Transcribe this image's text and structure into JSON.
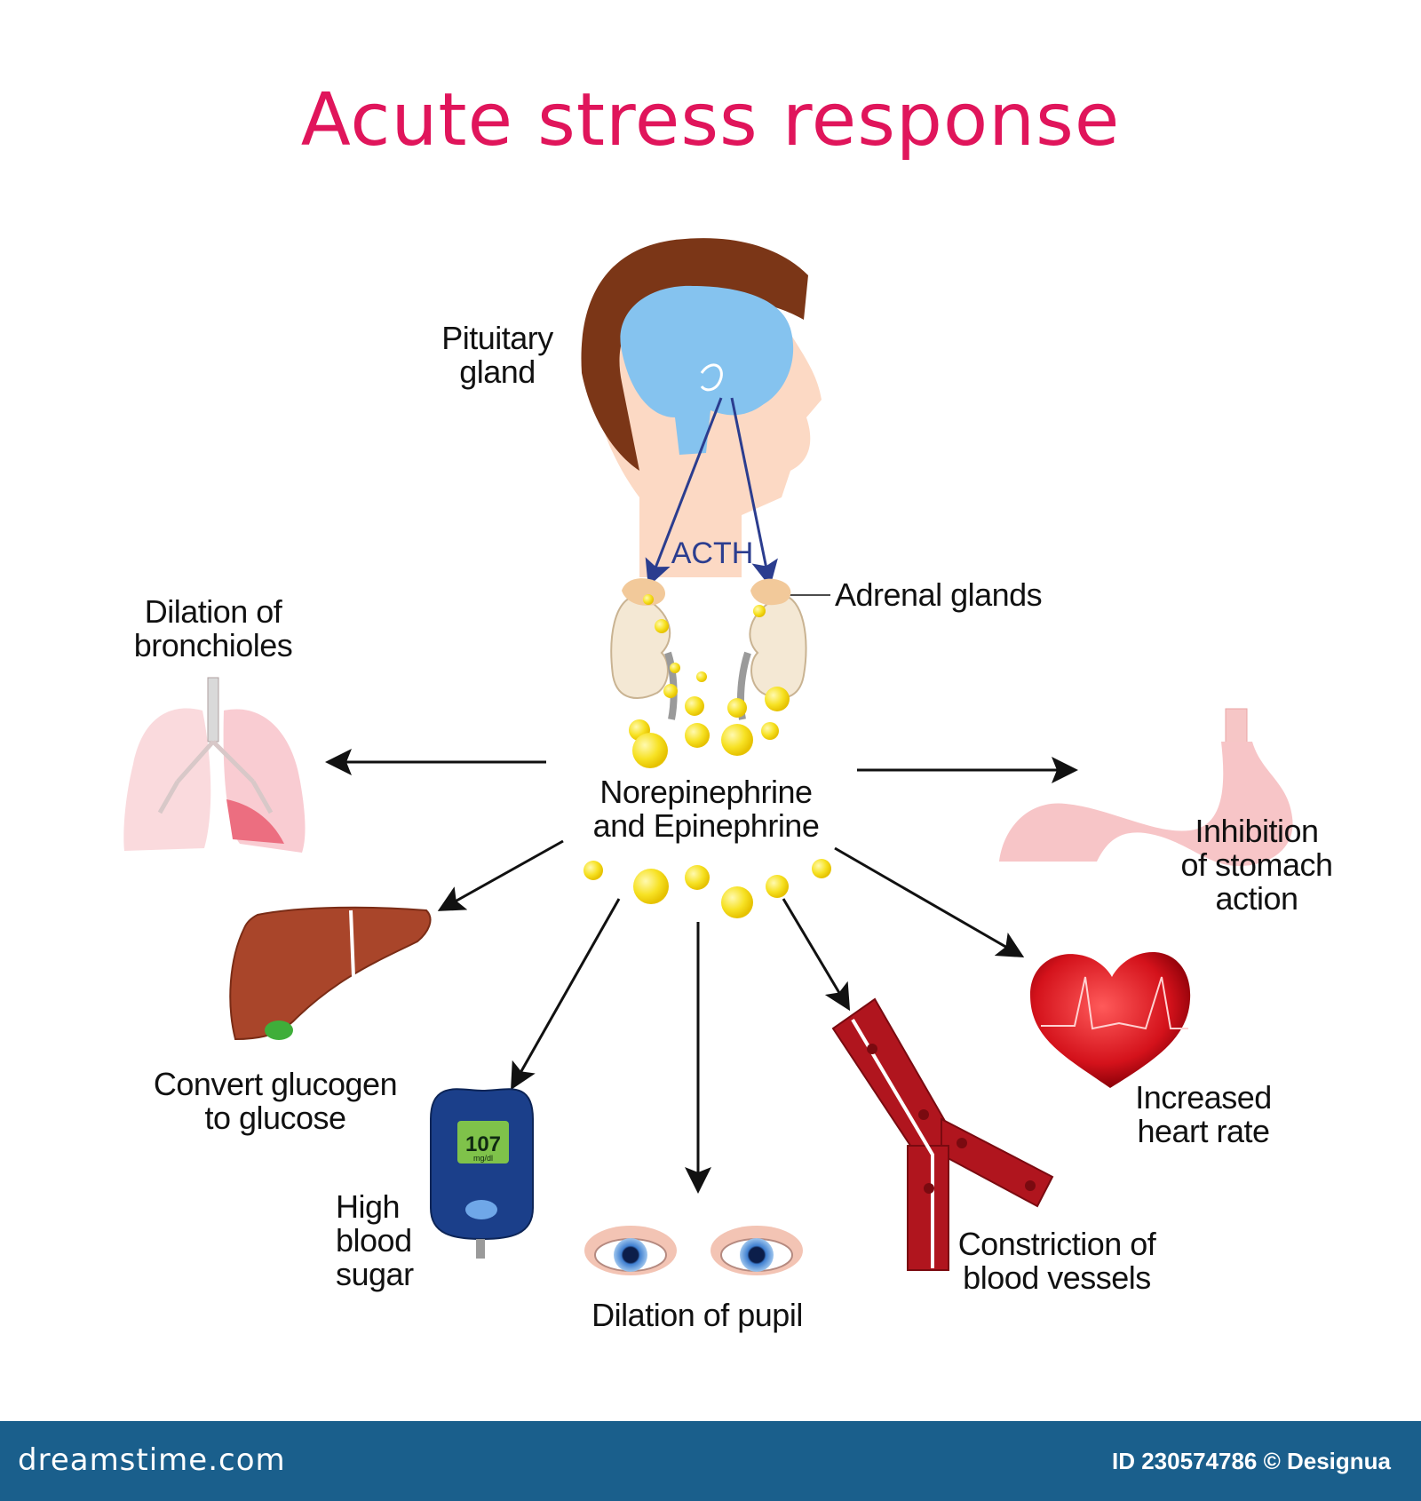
{
  "title": "Acute stress response",
  "labels": {
    "pituitary": [
      "Pituitary",
      "gland"
    ],
    "acth": "ACTH",
    "adrenal": "Adrenal glands",
    "hormones": [
      "Norepinephrine",
      "and Epinephrine"
    ],
    "bronchioles": [
      "Dilation of",
      "bronchioles"
    ],
    "stomach": [
      "Inhibition",
      "of stomach",
      "action"
    ],
    "liver": [
      "Convert glucogen",
      "to glucose"
    ],
    "blood_sugar": [
      "High",
      "blood",
      "sugar"
    ],
    "pupil": "Dilation of pupil",
    "vessels": [
      "Constriction of",
      "blood vessels"
    ],
    "heart": [
      "Increased",
      "heart rate"
    ]
  },
  "glucometer": {
    "reading": "107",
    "unit": "mg/dl"
  },
  "footer": {
    "logo": "dreamstime.com",
    "id": "ID 230574786 © Designua"
  },
  "colors": {
    "title": "#e0155b",
    "acth_arrow": "#2b3d8f",
    "hormone_dot": "#f5dc1a",
    "footer_bg": "#1a5f8c"
  }
}
